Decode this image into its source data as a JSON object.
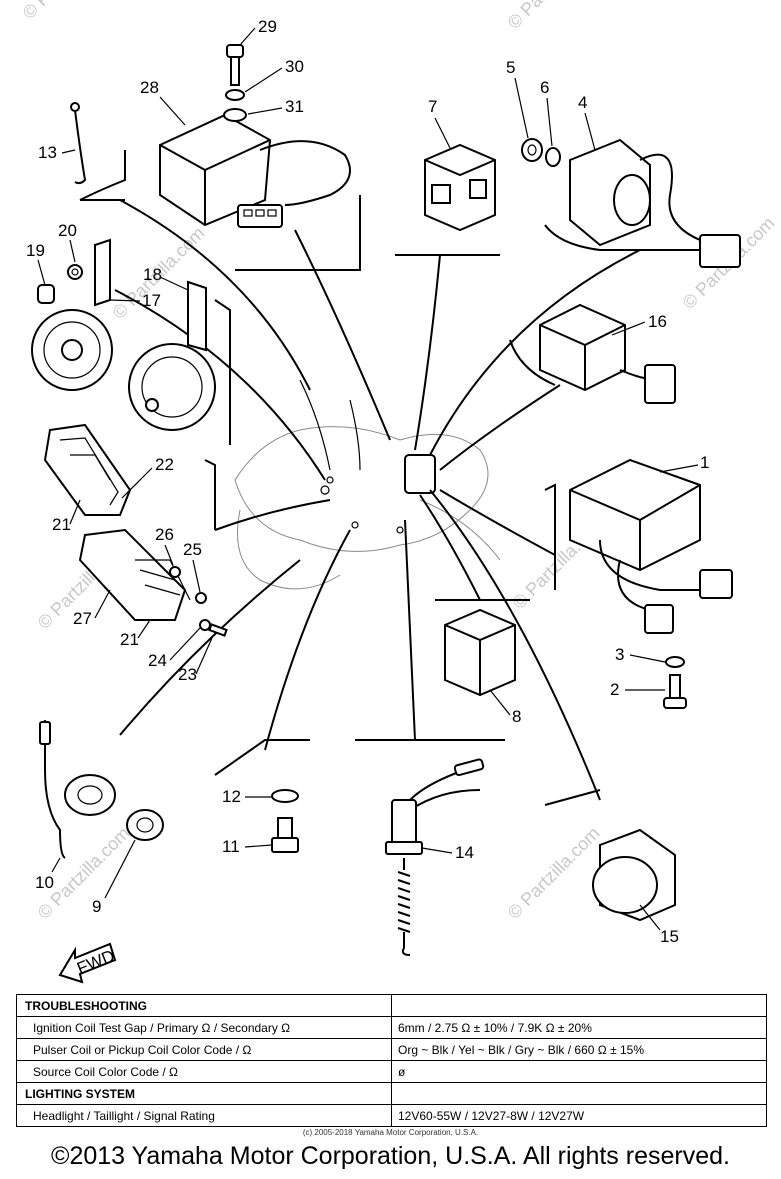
{
  "callouts": {
    "n1": "1",
    "n2": "2",
    "n3": "3",
    "n4": "4",
    "n5": "5",
    "n6": "6",
    "n7": "7",
    "n8": "8",
    "n9": "9",
    "n10": "10",
    "n11": "11",
    "n12": "12",
    "n13": "13",
    "n14": "14",
    "n15": "15",
    "n16": "16",
    "n17": "17",
    "n18": "18",
    "n19": "19",
    "n20": "20",
    "n21a": "21",
    "n21b": "21",
    "n22": "22",
    "n23": "23",
    "n24": "24",
    "n25": "25",
    "n26": "26",
    "n27": "27",
    "n28": "28",
    "n29": "29",
    "n30": "30",
    "n31": "31"
  },
  "fwd_label": "FWD",
  "watermark": "© Partzilla.com",
  "table": {
    "troubleshooting_header": "TROUBLESHOOTING",
    "rows": [
      {
        "key": "Ignition Coil Test Gap / Primary Ω / Secondary Ω",
        "value": "6mm / 2.75 Ω ± 10% / 7.9K Ω ± 20%"
      },
      {
        "key": "Pulser Coil or Pickup Coil Color Code / Ω",
        "value": "Org ~ Blk / Yel ~ Blk / Gry ~ Blk / 660 Ω ± 15%"
      },
      {
        "key": "Source Coil Color Code / Ω",
        "value": "ø"
      }
    ],
    "lighting_header": "LIGHTING SYSTEM",
    "lighting_rows": [
      {
        "key": "Headlight / Taillight / Signal Rating",
        "value": "12V60-55W / 12V27-8W / 12V27W"
      }
    ]
  },
  "small_copyright": "(c) 2005-2018 Yamaha Motor Corporation, U.S.A.",
  "copyright": "©2013 Yamaha Motor Corporation, U.S.A. All rights reserved."
}
